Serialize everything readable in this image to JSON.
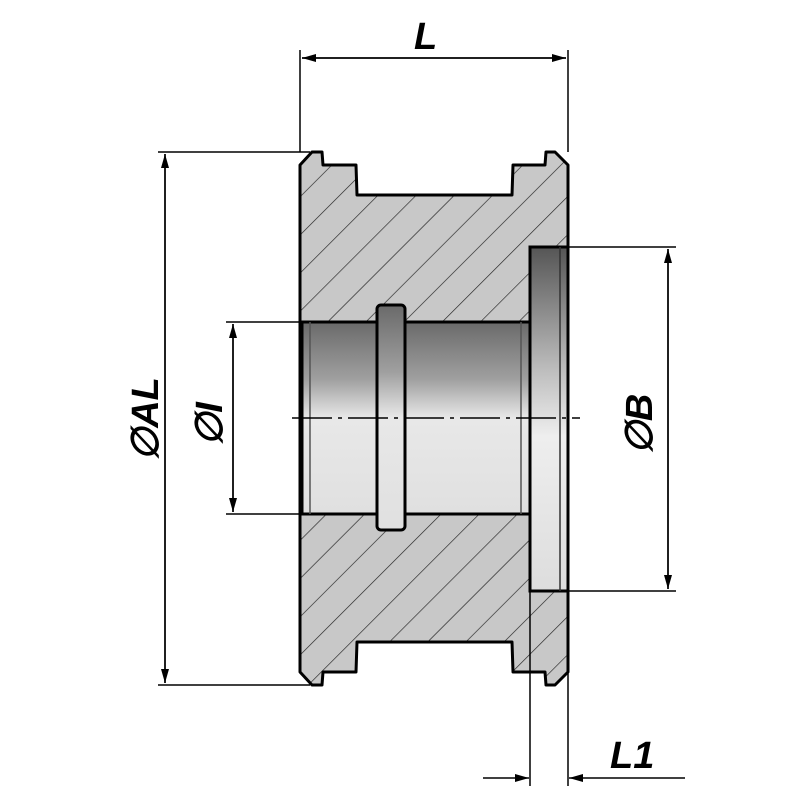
{
  "dimensions": {
    "length": "L",
    "outer_diameter": "∅AL",
    "inner_diameter": "∅I",
    "counterbore_diameter": "∅B",
    "counterbore_depth": "L1"
  },
  "colors": {
    "section_fill": "#c8c8c8",
    "outline": "#000000"
  }
}
